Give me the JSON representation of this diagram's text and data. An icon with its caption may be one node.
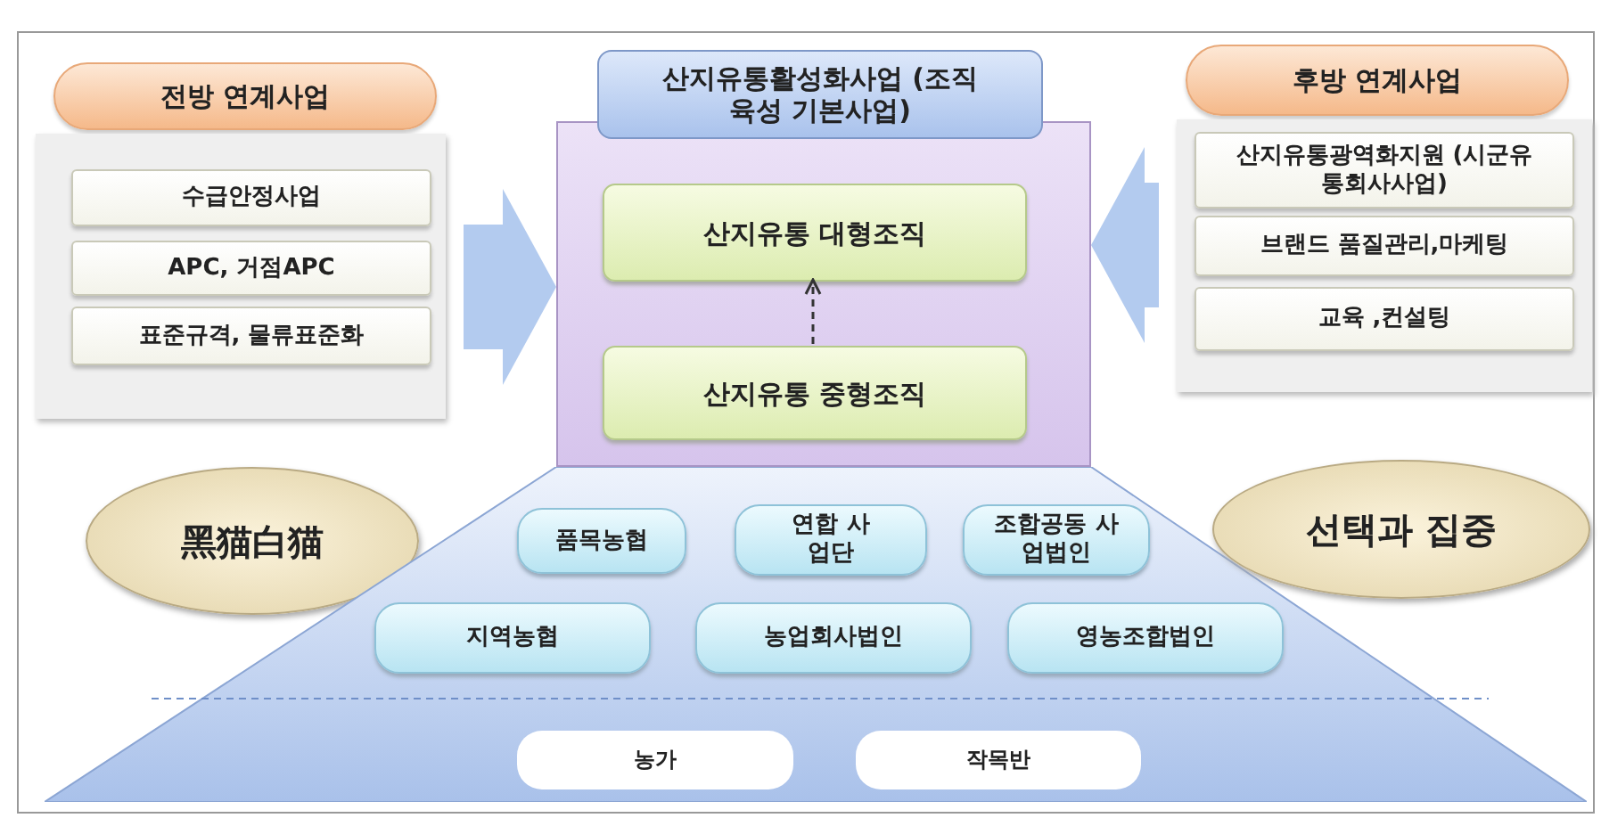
{
  "diagram": {
    "nodes": [
      {
        "text": [
          "전방 연계사업"
        ]
      },
      {
        "text": [],
        "shape": "box"
      },
      {
        "text": [
          "수급안정사업"
        ],
        "in": 1
      },
      {
        "text": [
          "APC, 거점APC"
        ],
        "in": 1
      },
      {
        "text": [
          "표준규격, 물류표준화"
        ],
        "in": 1
      },
      {
        "text": [
          "산지유통활성화사업 (조직육성 기본사업)"
        ]
      },
      {
        "text": [],
        "shape": "box"
      },
      {
        "text": [
          "산지유통 대형조직"
        ],
        "in": 6
      },
      {
        "text": [
          "산지유통 중형조직"
        ],
        "in": 6
      },
      {
        "text": [
          "후방 연계사업"
        ]
      },
      {
        "text": [],
        "shape": "box"
      },
      {
        "text": [
          "산지유통광역화지원 (시군유통회사사업)"
        ],
        "in": 10
      },
      {
        "text": [
          "브랜드 품질관리,마케팅"
        ],
        "in": 10
      },
      {
        "text": [
          "교육 ,컨설팅"
        ],
        "in": 10
      },
      {
        "text": [
          "**黑**猫**白**猫"
        ]
      },
      {
        "text": [],
        "shape": "trapezoid"
      },
      {
        "text": [
          "품목농협"
        ],
        "in": 15
      },
      {
        "text": [
          "연합 사업단"
        ],
        "in": 15
      },
      {
        "text": [
          "조합공동 사업법인"
        ],
        "in": 15
      },
      {
        "text": [
          "지역농협"
        ],
        "in": 15
      },
      {
        "text": [
          "농업회사법인"
        ],
        "in": 15
      },
      {
        "text": [
          "영농조합법인"
        ],
        "in": 15
      },
      {
        "text": [
          "농가"
        ],
        "in": 15
      },
      {
        "text": [
          "작목반"
        ],
        "in": 15
      },
      {
        "text": [
          "선택과 집중"
        ]
      }
    ],
    "edges": [
      {
        "from": 1,
        "to": 6,
        "arrow": "to"
      },
      {
        "from": 10,
        "to": 6,
        "arrow": "to"
      },
      {
        "from": 8,
        "to": 7,
        "arrow": "to",
        "style": "dashed",
        "color": "#333333"
      }
    ]
  }
}
